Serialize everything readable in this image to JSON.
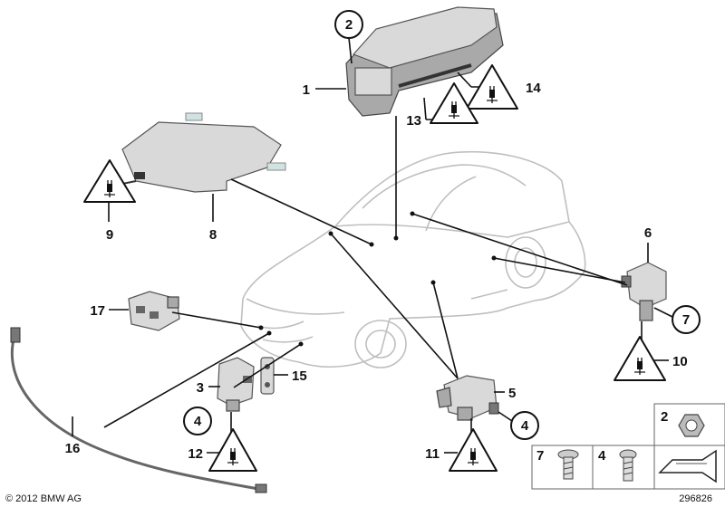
{
  "callouts": {
    "c1": "1",
    "c2_top": "2",
    "c3": "3",
    "c4_a": "4",
    "c4_b": "4",
    "c5": "5",
    "c6": "6",
    "c7": "7",
    "c8": "8",
    "c9": "9",
    "c10": "10",
    "c11": "11",
    "c12": "12",
    "c13": "13",
    "c14": "14",
    "c15": "15",
    "c16": "16",
    "c17": "17"
  },
  "fasteners": {
    "nut_label": "2",
    "screw7_label": "7",
    "screw4_label": "4"
  },
  "footer": {
    "copyright": "© 2012 BMW AG",
    "diagram_number": "296826"
  },
  "colors": {
    "line": "#111111",
    "car_outline": "#bfbfbf",
    "part_fill": "#d9d9d9"
  }
}
